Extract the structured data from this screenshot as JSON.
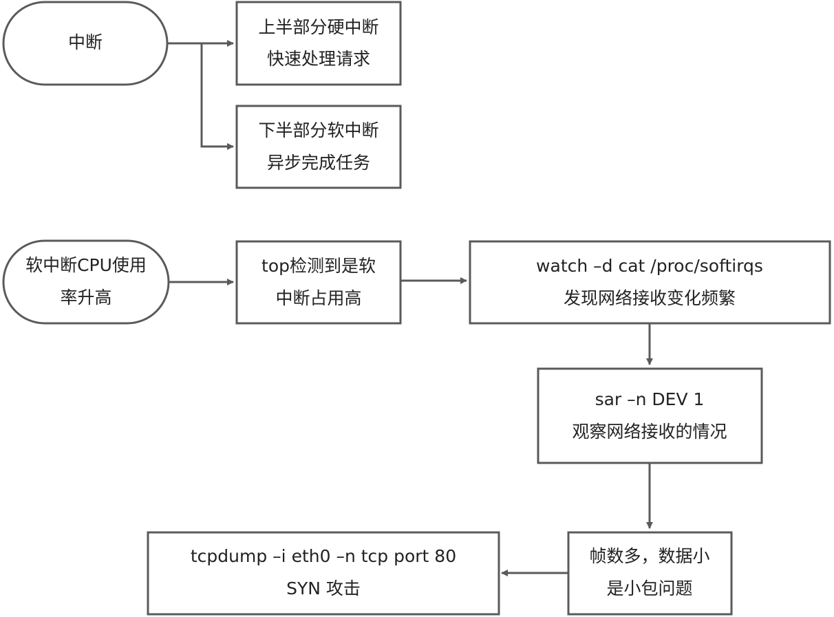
{
  "diagram": {
    "nodes": {
      "interrupt": {
        "lines": [
          "中断"
        ]
      },
      "top_half": {
        "lines": [
          "上半部分硬中断",
          "快速处理请求"
        ]
      },
      "bottom_half": {
        "lines": [
          "下半部分软中断",
          "异步完成任务"
        ]
      },
      "softirq_cpu_high": {
        "lines": [
          "软中断CPU使用",
          "率升高"
        ]
      },
      "top_detect": {
        "lines": [
          "top检测到是软",
          "中断占用高"
        ]
      },
      "watch_softirqs": {
        "lines": [
          "watch –d cat /proc/softirqs",
          "发现网络接收变化频繁"
        ]
      },
      "sar_dev": {
        "lines": [
          "sar –n DEV 1",
          "观察网络接收的情况"
        ]
      },
      "small_packets": {
        "lines": [
          "帧数多，数据小",
          "是小包问题"
        ]
      },
      "tcpdump_syn": {
        "lines": [
          "tcpdump –i eth0 –n tcp port 80",
          "SYN 攻击"
        ]
      }
    }
  }
}
